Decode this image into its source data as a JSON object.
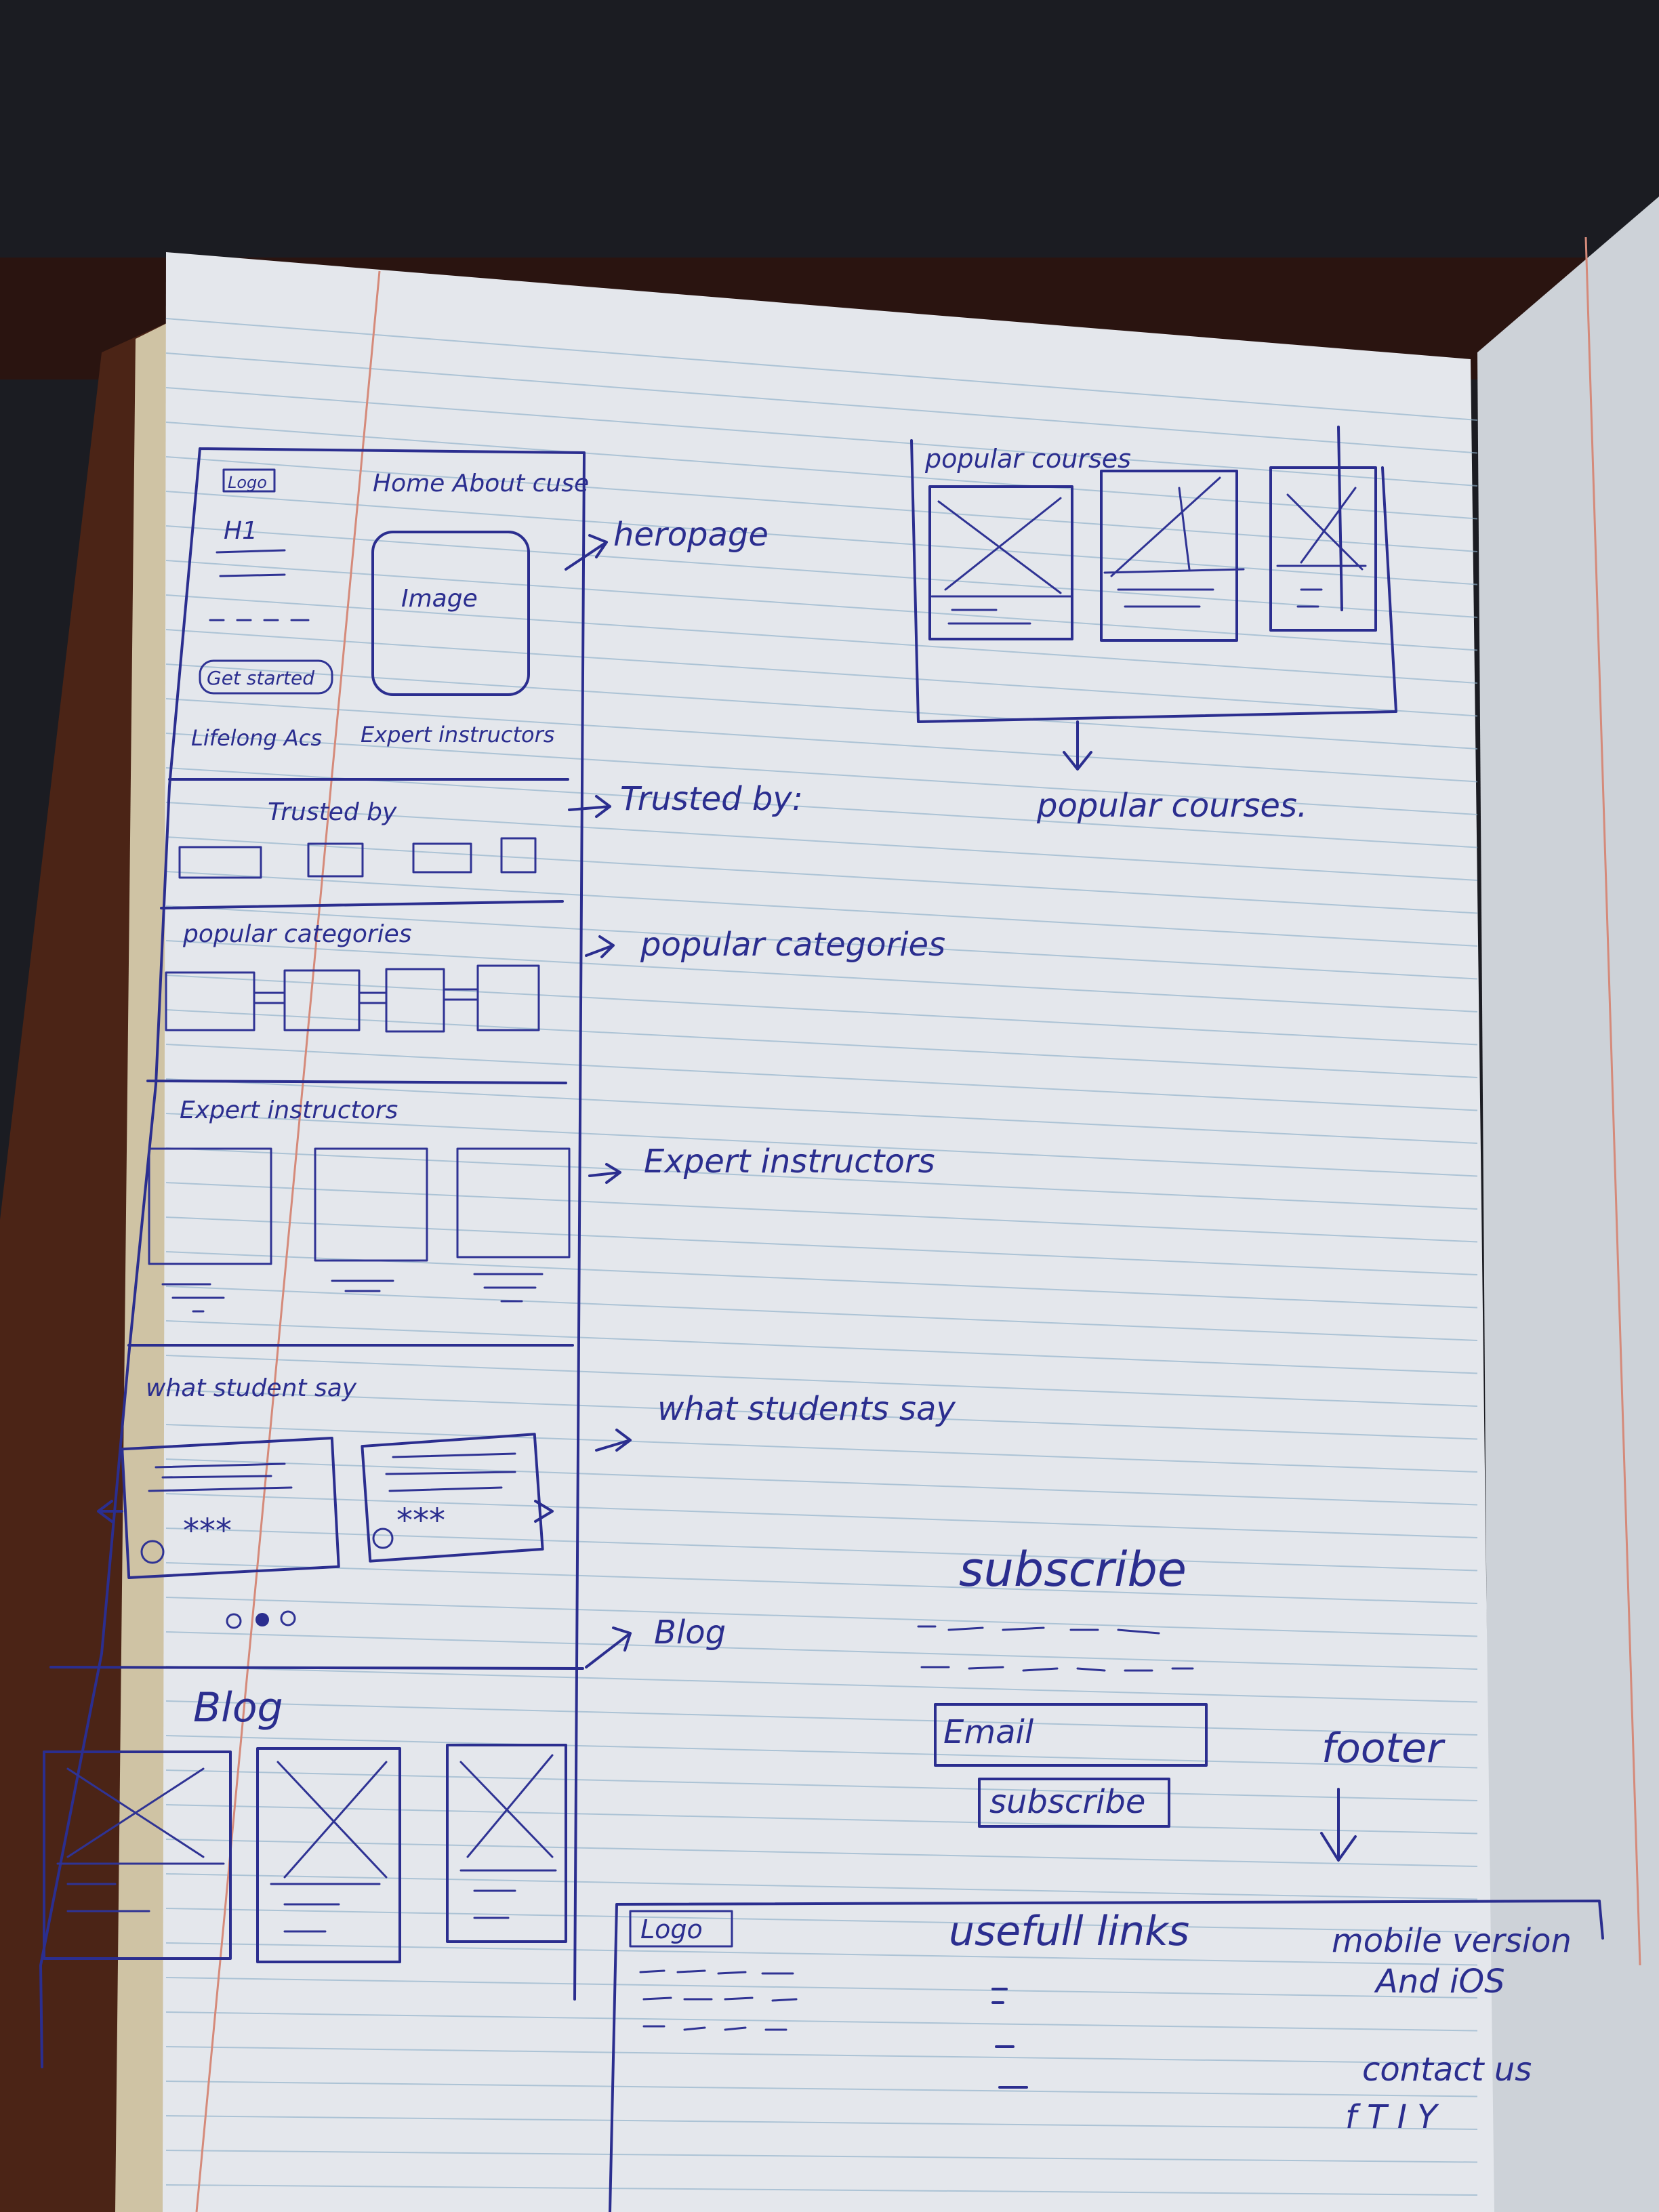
{
  "colors": {
    "background": "#1b1c22",
    "page": "#e6e9ee",
    "rule_line": "#8fb0c9",
    "margin_line": "#d58a7a",
    "ink": "#2b2e8f",
    "book_edge": "#6a3a1f"
  },
  "icons": [
    "logo-box",
    "image-placeholder-cross",
    "star",
    "arrow",
    "carousel-dots"
  ],
  "wireframe": {
    "header": {
      "logo": "Logo",
      "nav": "Home About cuse",
      "heading": "H1",
      "button": "Get started",
      "image": "Image",
      "stat_1": "Lifelong Acs",
      "stat_2": "Expert instructors"
    },
    "trusted_title": "Trusted by",
    "categories_title": "popular categories",
    "instructors_title": "Expert instructors",
    "students_title": "what student say",
    "testimonial_stars_1": "***",
    "testimonial_stars_2": "***",
    "blog_title": "Blog"
  },
  "annotations": {
    "heropage": "heropage",
    "trusted": "Trusted by:",
    "categories": "popular categories",
    "instructors": "Expert instructors",
    "students": "what students say",
    "blog": "Blog"
  },
  "courses_sketch": {
    "title": "popular courses",
    "caption": "popular courses."
  },
  "subscribe_sketch": {
    "title": "subscribe",
    "email_placeholder": "Email",
    "button": "subscribe"
  },
  "footer_sketch": {
    "caption": "footer",
    "logo": "Logo",
    "links_title": "usefull links",
    "mobile": "mobile version",
    "platforms": "And iOS",
    "contact": "contact us",
    "social": "f T I Y"
  }
}
